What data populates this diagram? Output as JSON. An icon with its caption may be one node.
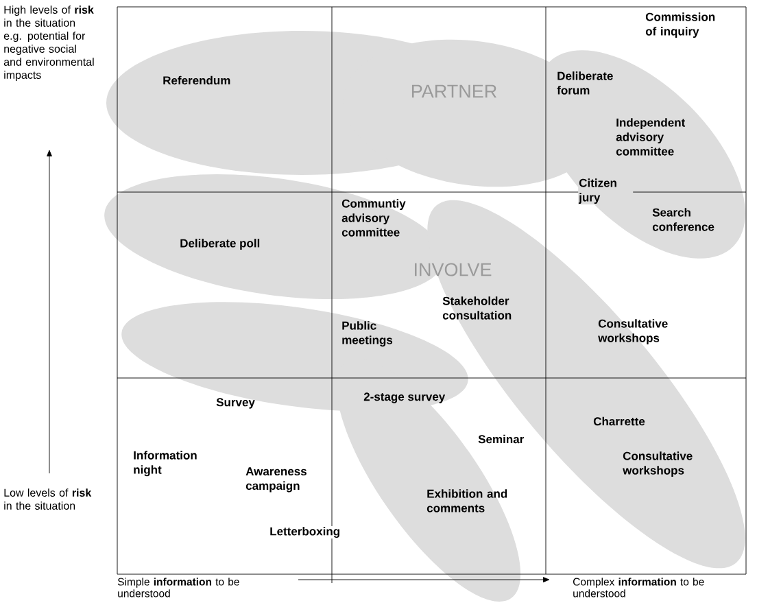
{
  "diagram": {
    "labels": [
      "High levels of **risk** in the situation e.g. potential for negative social and environmental impacts",
      "Commission of inquiry",
      "Referendum",
      "PARTNER",
      "Deliberate forum",
      "Independent advisory committee",
      "Citizen jury",
      "Communtiy advisory committee",
      "Search conference",
      "Deliberate poll",
      "INVOLVE",
      "Stakeholder consultation",
      "Consultative workshops",
      "Public meetings",
      "Survey",
      "2-stage survey",
      "Charrette",
      "Seminar",
      "Information night",
      "Awareness campaign",
      "Consultative workshops",
      "Low levels of **risk** in the situation",
      "Exhibition and comments",
      "Letterboxing",
      "Simple **information** to be understood",
      "Complex **information** to be understood"
    ]
  }
}
